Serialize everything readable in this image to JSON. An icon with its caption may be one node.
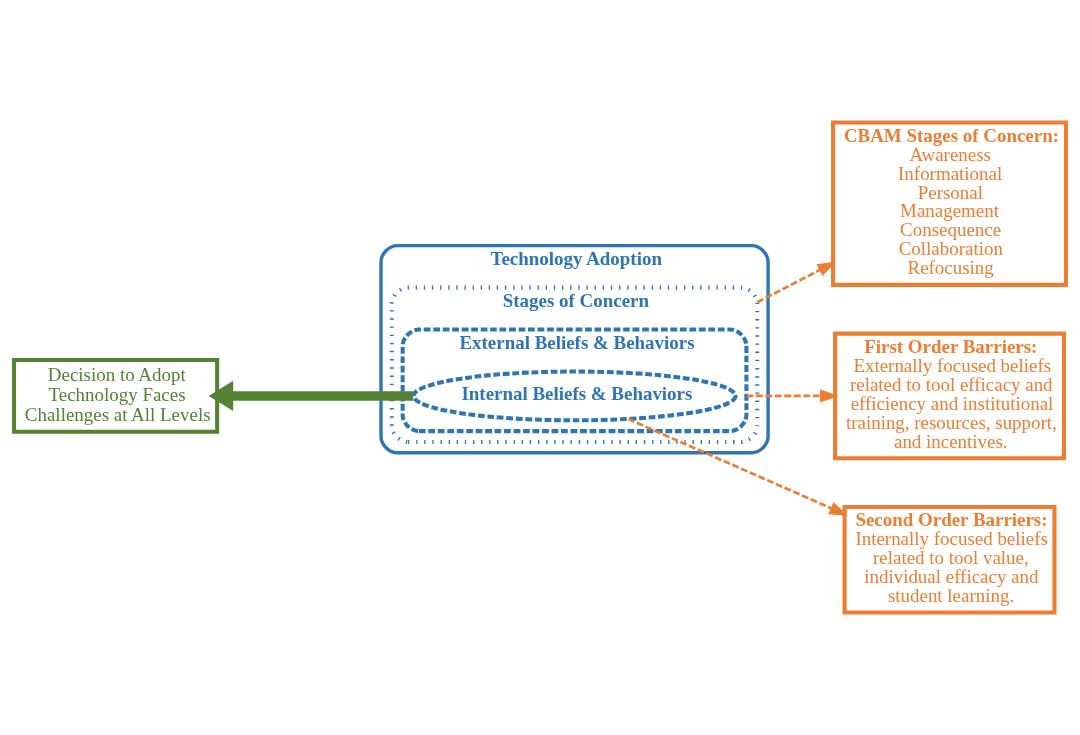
{
  "diagram": {
    "nodes": [
      {
        "text": [
          "Decision to Adopt Technology Faces Challenges at All Levels"
        ]
      },
      {
        "text": [
          "Technology Adoption"
        ]
      },
      {
        "text": [
          "Stages of Concern"
        ],
        "in": 1
      },
      {
        "text": [
          "External Beliefs & Behaviors"
        ],
        "in": 2
      },
      {
        "text": [
          "Internal Beliefs & Behaviors"
        ],
        "in": 3
      },
      {
        "text": [
          "CBAM Stages of Concern:",
          "Awareness",
          "Informational",
          "Personal",
          "Management",
          "Consequence",
          "Collaboration",
          "Refocusing"
        ]
      },
      {
        "text": [
          "First Order Barriers:",
          "Externally focused beliefs related to tool efficacy and efficiency and institutional training, resources, support, and incentives."
        ]
      },
      {
        "text": [
          "Second Order Barriers:",
          "Internally focused beliefs related to tool value, individual efficacy and student learning."
        ]
      }
    ],
    "edges": [
      {
        "from": 4,
        "to": 0,
        "arrow": "to",
        "style": "thick",
        "color": "#548235"
      },
      {
        "from": 2,
        "to": 5,
        "arrow": "to",
        "style": "dashed"
      },
      {
        "from": 3,
        "to": 6,
        "arrow": "to",
        "style": "dashed"
      },
      {
        "from": 4,
        "to": 7,
        "arrow": "to",
        "style": "dashed"
      }
    ]
  }
}
